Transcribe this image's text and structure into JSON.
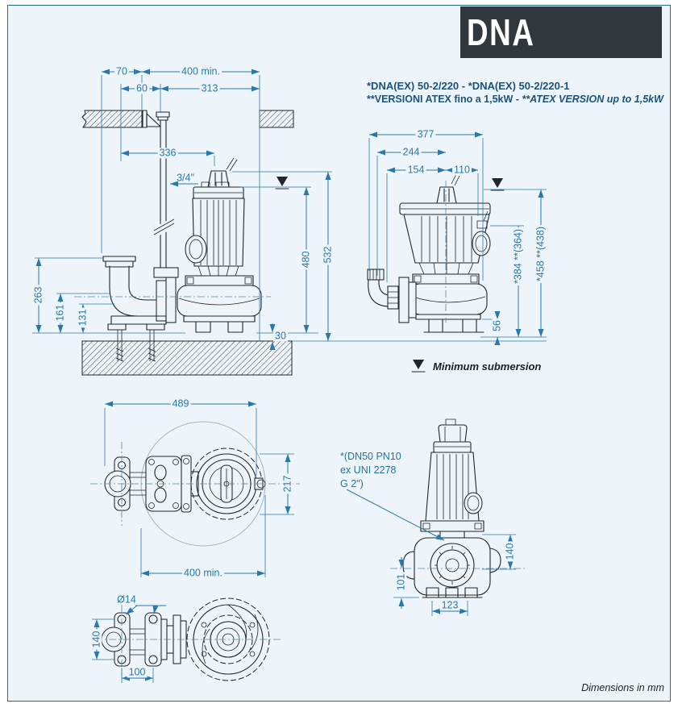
{
  "header": {
    "title": "DNA",
    "models": "*DNA(EX) 50-2/220 - *DNA(EX) 50-2/220-1",
    "versions_primary": "**VERSIONI ATEX fino a 1,5kW - ",
    "versions_secondary": "**ATEX VERSION up to 1,5kW"
  },
  "legend": {
    "minimum_submersion": "Minimum submersion"
  },
  "footer": {
    "units_note": "Dimensions in mm"
  },
  "views": {
    "installation": {
      "dims": {
        "d70": "70",
        "d400min": "400 min.",
        "d60": "60",
        "d313": "313",
        "d336": "336",
        "d34in": "3/4\"",
        "d263": "263",
        "d161": "161",
        "d131": "131",
        "d30": "30",
        "d480": "480",
        "d532": "532"
      }
    },
    "front": {
      "dims": {
        "d377": "377",
        "d244": "244",
        "d154": "154",
        "d110": "110",
        "d384": "*384 **(364)",
        "d458": "*458 **(438)",
        "d56": "56"
      }
    },
    "plan": {
      "dims": {
        "d489": "489",
        "d217": "217",
        "d400min": "400 min."
      }
    },
    "side": {
      "discharge_note": [
        "*(DN50 PN10",
        "ex UNI 2278",
        "G 2\")"
      ],
      "dims": {
        "d140": "140",
        "d101": "101",
        "d123": "123"
      }
    },
    "base": {
      "dims": {
        "d14": "Ø14",
        "d140": "140",
        "d100": "100"
      }
    }
  },
  "colors": {
    "background": "#edf5fa",
    "frame": "#2a6a84",
    "dimension": "#2979ae",
    "note": "#2273a8",
    "header_text": "#1b5180",
    "line_art": "#20262b",
    "title_bg": "#30373d",
    "title_text": "#ffffff"
  }
}
